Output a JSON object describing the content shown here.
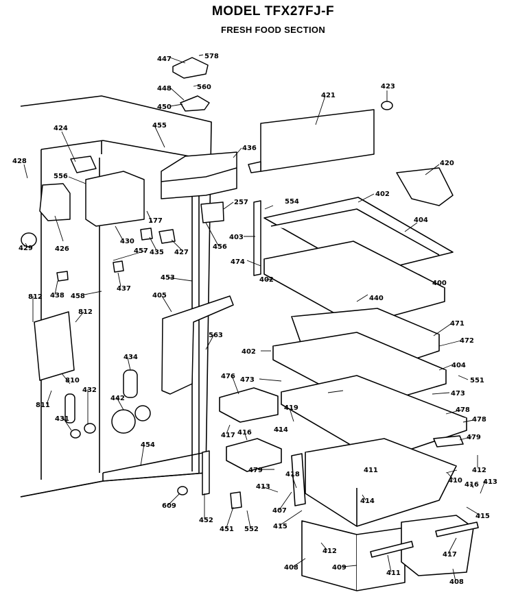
{
  "header": {
    "model_title": "MODEL TFX27FJ-F",
    "section_title": "FRESH FOOD SECTION"
  },
  "callouts": [
    "447",
    "578",
    "448",
    "560",
    "450",
    "421",
    "423",
    "424",
    "455",
    "436",
    "420",
    "428",
    "556",
    "402",
    "257",
    "554",
    "426",
    "404",
    "430",
    "177",
    "403",
    "429",
    "435",
    "427",
    "456",
    "457",
    "474",
    "438",
    "402",
    "400",
    "458",
    "440",
    "437",
    "453",
    "405",
    "812",
    "812",
    "471",
    "563",
    "472",
    "402",
    "404",
    "810",
    "551",
    "476",
    "473",
    "434",
    "811",
    "473",
    "432",
    "442",
    "419",
    "478",
    "478",
    "431",
    "417",
    "416",
    "414",
    "479",
    "454",
    "412",
    "411",
    "479",
    "410",
    "413",
    "416",
    "413",
    "609",
    "407",
    "418",
    "414",
    "452",
    "451",
    "552",
    "415",
    "415",
    "412",
    "409",
    "417",
    "408",
    "411",
    "408"
  ]
}
